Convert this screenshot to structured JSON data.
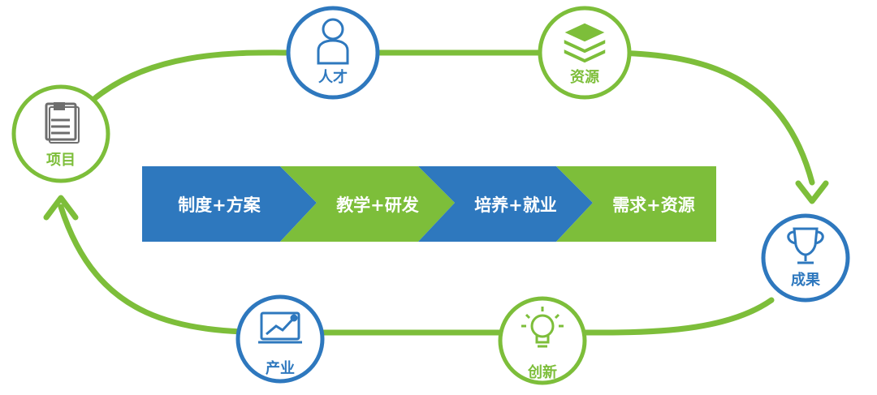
{
  "colors": {
    "green": "#7DBE3A",
    "blue": "#2E78BE",
    "icon_gray": "#6E6E6E",
    "white": "#FFFFFF"
  },
  "nodes": {
    "project": {
      "label": "项目",
      "icon": "document-icon",
      "ring": "green"
    },
    "talent": {
      "label": "人才",
      "icon": "person-icon",
      "ring": "blue"
    },
    "resources": {
      "label": "资源",
      "icon": "layers-icon",
      "ring": "green"
    },
    "results": {
      "label": "成果",
      "icon": "trophy-icon",
      "ring": "blue"
    },
    "innovation": {
      "label": "创新",
      "icon": "lightbulb-icon",
      "ring": "green"
    },
    "industry": {
      "label": "产业",
      "icon": "chart-board-icon",
      "ring": "blue"
    }
  },
  "process_steps": [
    {
      "label": "制度+方案",
      "color": "blue"
    },
    {
      "label": "教学+研发",
      "color": "green"
    },
    {
      "label": "培养+就业",
      "color": "blue"
    },
    {
      "label": "需求+资源",
      "color": "green"
    }
  ]
}
